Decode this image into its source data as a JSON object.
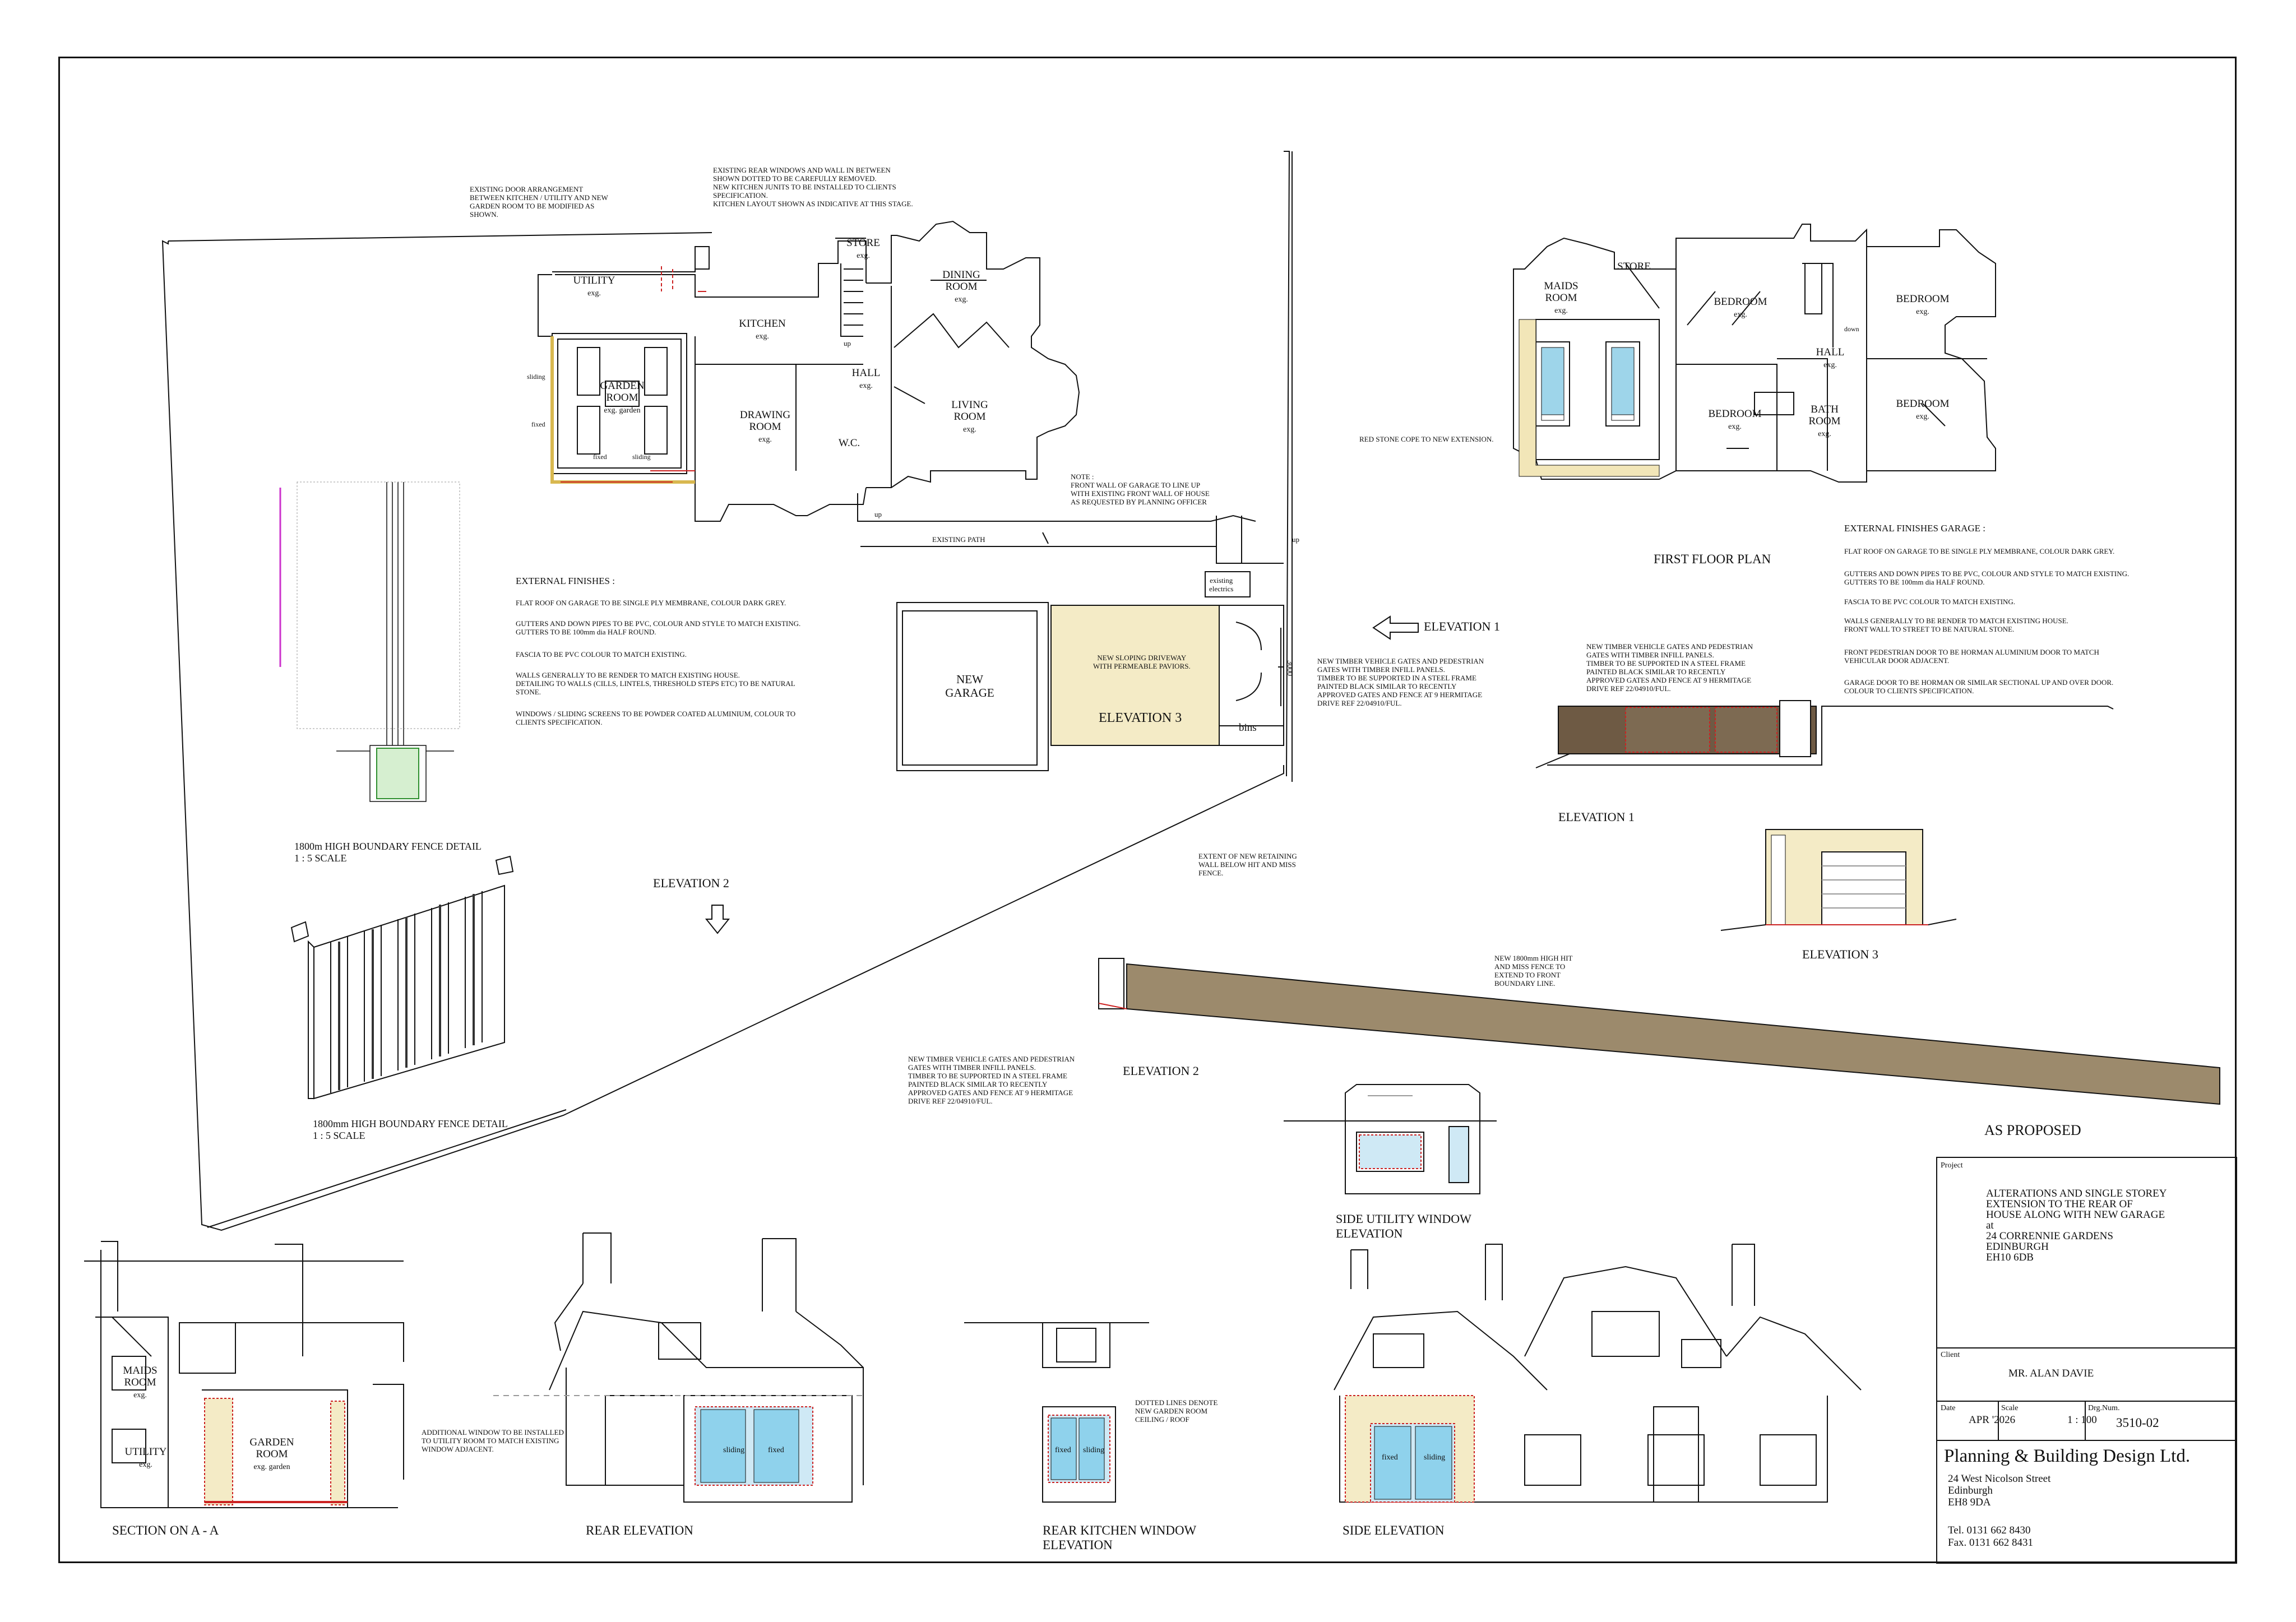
{
  "notes": {
    "door_arrangement": "EXISTING DOOR ARRANGEMENT\nBETWEEN KITCHEN / UTILITY AND NEW\nGARDEN ROOM TO BE MODIFIED AS\nSHOWN.",
    "rear_windows": "EXISTING REAR WINDOWS AND WALL IN BETWEEN\nSHOWN DOTTED TO BE CAREFULLY REMOVED.\nNEW KITCHEN JUNITS TO BE INSTALLED TO CLIENTS\nSPECIFICATION.\nKITCHEN LAYOUT SHOWN AS INDICATIVE AT THIS STAGE.",
    "front_wall": "NOTE :\nFRONT WALL OF GARAGE TO LINE UP\nWITH EXISTING FRONT WALL OF HOUSE\nAS REQUESTED BY PLANNING OFFICER",
    "red_stone": "RED STONE COPE TO NEW EXTENSION.",
    "gates_1": "NEW TIMBER VEHICLE GATES AND PEDESTRIAN\nGATES WITH TIMBER INFILL PANELS.\nTIMBER TO BE SUPPORTED IN A STEEL FRAME\nPAINTED BLACK SIMILAR TO RECENTLY\nAPPROVED GATES AND FENCE AT 9 HERMITAGE\nDRIVE REF 22/04910/FUL.",
    "gates_elev1": "NEW TIMBER VEHICLE GATES AND PEDESTRIAN\nGATES WITH TIMBER INFILL PANELS.\nTIMBER TO BE SUPPORTED IN A STEEL FRAME\nPAINTED BLACK SIMILAR TO RECENTLY\nAPPROVED GATES AND FENCE AT 9 HERMITAGE\nDRIVE REF 22/04910/FUL.",
    "gates_2": "NEW TIMBER VEHICLE GATES AND PEDESTRIAN\nGATES WITH TIMBER INFILL PANELS.\nTIMBER TO BE SUPPORTED IN A STEEL FRAME\nPAINTED BLACK SIMILAR TO RECENTLY\nAPPROVED GATES AND FENCE AT 9 HERMITAGE\nDRIVE REF 22/04910/FUL.",
    "retaining_wall": "EXTENT OF NEW RETAINING\nWALL BELOW HIT AND MISS\nFENCE.",
    "new_fence": "NEW 1800mm HIGH HIT\nAND MISS FENCE TO\nEXTEND TO FRONT\nBOUNDARY LINE.",
    "driveway": "NEW SLOPING DRIVEWAY\nWITH PERMEABLE PAVIORS.",
    "additional_window": "ADDITIONAL WINDOW TO BE INSTALLED\nTO UTILITY ROOM TO MATCH EXISTING\nWINDOW ADJACENT.",
    "dotted_lines": "DOTTED LINES DENOTE\nNEW GARDEN ROOM\nCEILING / ROOF"
  },
  "finishes": {
    "heading": "EXTERNAL FINISHES :",
    "items": [
      "FLAT ROOF ON GARAGE TO BE SINGLE PLY MEMBRANE, COLOUR DARK GREY.",
      "GUTTERS AND DOWN PIPES TO BE PVC, COLOUR AND STYLE TO MATCH EXISTING.\nGUTTERS TO BE 100mm dia HALF ROUND.",
      "FASCIA TO BE PVC COLOUR TO MATCH EXISTING.",
      "WALLS GENERALLY TO BE RENDER TO MATCH EXISTING HOUSE.\nDETAILING TO WALLS (CILLS, LINTELS, THRESHOLD STEPS ETC) TO BE NATURAL\nSTONE.",
      "WINDOWS / SLIDING SCREENS TO BE POWDER COATED ALUMINIUM, COLOUR TO\nCLIENTS SPECIFICATION."
    ]
  },
  "finishes_garage": {
    "heading": "EXTERNAL FINISHES GARAGE :",
    "items": [
      "FLAT ROOF ON GARAGE TO BE SINGLE PLY MEMBRANE, COLOUR DARK GREY.",
      "GUTTERS AND DOWN PIPES TO BE PVC, COLOUR AND STYLE TO MATCH EXISTING.\nGUTTERS TO BE 100mm dia HALF ROUND.",
      "FASCIA TO BE PVC COLOUR TO MATCH EXISTING.",
      "WALLS GENERALLY TO BE RENDER TO MATCH EXISTING HOUSE.\nFRONT WALL TO STREET TO BE NATURAL STONE.",
      "FRONT PEDESTRIAN DOOR TO BE HORMAN ALUMINIUM DOOR TO MATCH\nVEHICULAR DOOR ADJACENT.",
      "GARAGE DOOR TO BE HORMAN OR SIMILAR SECTIONAL UP AND OVER DOOR.\nCOLOUR TO CLIENTS SPECIFICATION."
    ]
  },
  "ground_rooms": {
    "utility": "UTILITY",
    "kitchen": "KITCHEN",
    "store": "STORE",
    "dining": "DINING\nROOM",
    "garden_room": "GARDEN\nROOM",
    "hall": "HALL",
    "drawing": "DRAWING\nROOM",
    "living": "LIVING\nROOM",
    "wc": "W.C.",
    "exg": "exg.",
    "exg_garden": "exg. garden",
    "up": "up",
    "sliding": "sliding",
    "fixed": "fixed",
    "existing_path": "EXISTING PATH",
    "existing_electrics": "existing\nelectrics",
    "bins": "bins",
    "new_garage": "NEW\nGARAGE",
    "dim_3000": "3000"
  },
  "first_rooms": {
    "maids": "MAIDS\nROOM",
    "store": "STORE",
    "bedroom": "BEDROOM",
    "hall": "HALL",
    "bath": "BATH\nROOM",
    "down": "down",
    "exg": "exg."
  },
  "labels": {
    "first_floor_plan": "FIRST FLOOR PLAN",
    "elevation1_arrow": "ELEVATION 1",
    "elevation1": "ELEVATION 1",
    "elevation2_arrow": "ELEVATION 2",
    "elevation2": "ELEVATION 2",
    "elevation3_plan": "ELEVATION 3",
    "elevation3": "ELEVATION 3",
    "fence_detail_1": "1800m HIGH BOUNDARY FENCE DETAIL\n1 : 5 SCALE",
    "fence_detail_2": "1800mm HIGH BOUNDARY FENCE DETAIL\n1 : 5 SCALE",
    "as_proposed": "AS PROPOSED",
    "side_utility": "SIDE UTILITY WINDOW\nELEVATION",
    "section_aa": "SECTION ON A - A",
    "rear_elevation": "REAR ELEVATION",
    "rear_kitchen": "REAR KITCHEN WINDOW\nELEVATION",
    "side_elevation": "SIDE ELEVATION",
    "maids_room": "MAIDS\nROOM",
    "utility": "UTILITY",
    "garden_room": "GARDEN\nROOM",
    "exg": "exg.",
    "exg_garden": "exg. garden",
    "sliding": "sliding",
    "fixed": "fixed"
  },
  "title_block": {
    "project_label": "Project",
    "project": "ALTERATIONS AND SINGLE STOREY\nEXTENSION TO THE REAR OF\nHOUSE ALONG WITH NEW GARAGE\nat\n24 CORRENNIE GARDENS\nEDINBURGH\nEH10 6DB",
    "client_label": "Client",
    "client": "MR. ALAN DAVIE",
    "date_label": "Date",
    "date": "APR '2026",
    "scale_label": "Scale",
    "scale": "1 : 100",
    "drg_label": "Drg.Num.",
    "drg": "3510-02",
    "company": "Planning & Building Design Ltd.",
    "address": "24 West Nicolson Street\nEdinburgh\nEH8 9DA",
    "phone": "Tel.  0131 662 8430\nFax.  0131 662 8431"
  },
  "colors": {
    "line": "#111111",
    "red": "#cc2222",
    "stone": "#f2e6b8",
    "pave": "#f4ebc6",
    "fence": "#7a6a55",
    "window": "#5ab8d8",
    "green": "#2f8f2f",
    "magenta": "#cc33cc"
  }
}
